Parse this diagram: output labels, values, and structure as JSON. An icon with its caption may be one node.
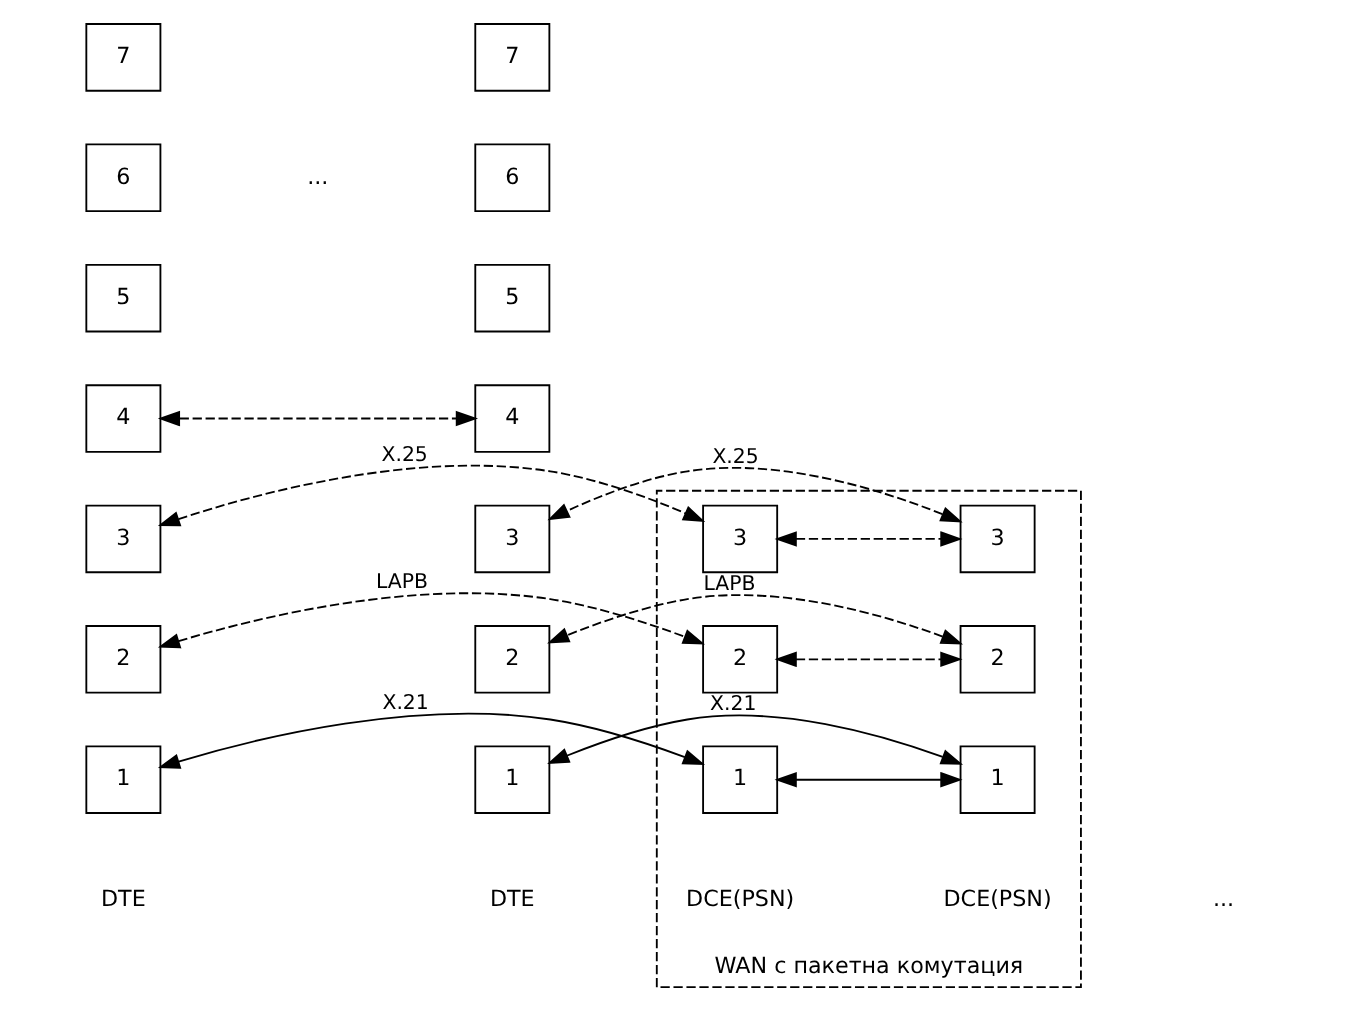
{
  "diagram": {
    "nodes": [
      {
        "text": [
          "7"
        ]
      },
      {
        "text": [
          "6"
        ]
      },
      {
        "text": [
          "5"
        ]
      },
      {
        "text": [
          "4"
        ]
      },
      {
        "text": [
          "3"
        ]
      },
      {
        "text": [
          "2"
        ]
      },
      {
        "text": [
          "1"
        ],
        "beside": [
          "DTE"
        ]
      },
      {
        "text": [
          "WAN с пакетна комутация"
        ]
      },
      {
        "text": [
          "3"
        ],
        "in": 7
      },
      {
        "text": [
          "2"
        ],
        "in": 7
      },
      {
        "text": [
          "1"
        ],
        "in": 7,
        "beside": [
          "DCE(PSN)"
        ]
      },
      {
        "text": [
          "3"
        ],
        "in": 7
      },
      {
        "text": [
          "2"
        ],
        "in": 7
      },
      {
        "text": [
          "1"
        ],
        "in": 7,
        "beside": [
          "DCE(PSN)"
        ]
      },
      {
        "text": [
          "7"
        ]
      },
      {
        "text": [
          "6"
        ]
      },
      {
        "text": [
          "5"
        ]
      },
      {
        "text": [
          "4"
        ]
      },
      {
        "text": [
          "3"
        ]
      },
      {
        "text": [
          "2"
        ]
      },
      {
        "text": [
          "1"
        ],
        "beside": [
          "DTE"
        ]
      }
    ],
    "edges": [
      {
        "from": 3,
        "to": 17,
        "arrow": "both",
        "style": "dashed"
      },
      {
        "from": 4,
        "to": 8,
        "arrow": "both",
        "style": "dashed",
        "label": "X.25"
      },
      {
        "from": 5,
        "to": 9,
        "arrow": "both",
        "style": "dashed",
        "label": "LAPB"
      },
      {
        "from": 6,
        "to": 10,
        "arrow": "both",
        "label": "X.21"
      },
      {
        "from": 8,
        "to": 11,
        "arrow": "both",
        "style": "dashed"
      },
      {
        "from": 9,
        "to": 12,
        "arrow": "both",
        "style": "dashed"
      },
      {
        "from": 10,
        "to": 13,
        "arrow": "both"
      },
      {
        "from": 11,
        "to": 18,
        "arrow": "both",
        "style": "dashed",
        "label": "X.25"
      },
      {
        "from": 12,
        "to": 19,
        "arrow": "both",
        "style": "dashed",
        "label": "LAPB"
      },
      {
        "from": 13,
        "to": 20,
        "arrow": "both",
        "label": "X.21"
      }
    ],
    "labels": [
      "...",
      "..."
    ]
  }
}
